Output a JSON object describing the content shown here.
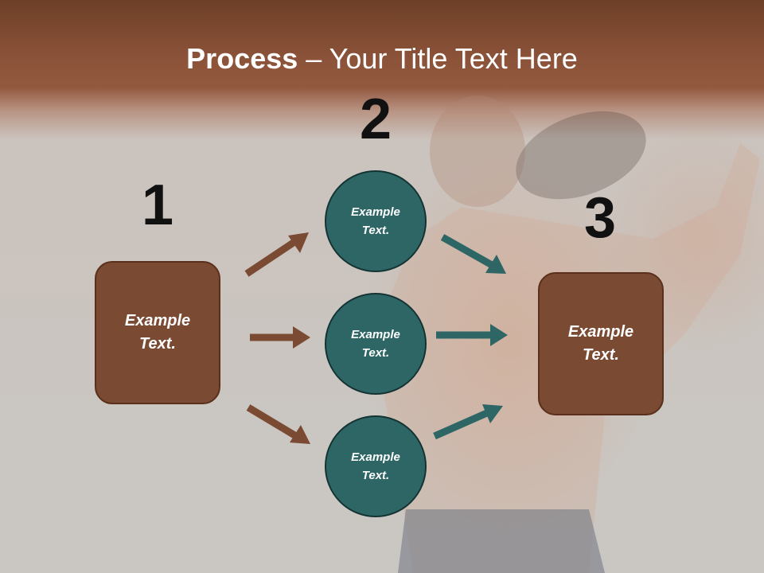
{
  "title": {
    "bold": "Process",
    "rest": " – Your Title Text Here"
  },
  "steps": {
    "one": "1",
    "two": "2",
    "three": "3"
  },
  "left_box": {
    "line1": "Example",
    "line2": "Text."
  },
  "circles": [
    {
      "line1": "Example",
      "line2": "Text."
    },
    {
      "line1": "Example",
      "line2": "Text."
    },
    {
      "line1": "Example",
      "line2": "Text."
    }
  ],
  "right_box": {
    "line1": "Example",
    "line2": "Text."
  },
  "colors": {
    "box_fill": "#7b4a33",
    "circle_fill": "#2e6666",
    "arrow_brown": "#7b4a33",
    "arrow_teal": "#2e6666"
  }
}
